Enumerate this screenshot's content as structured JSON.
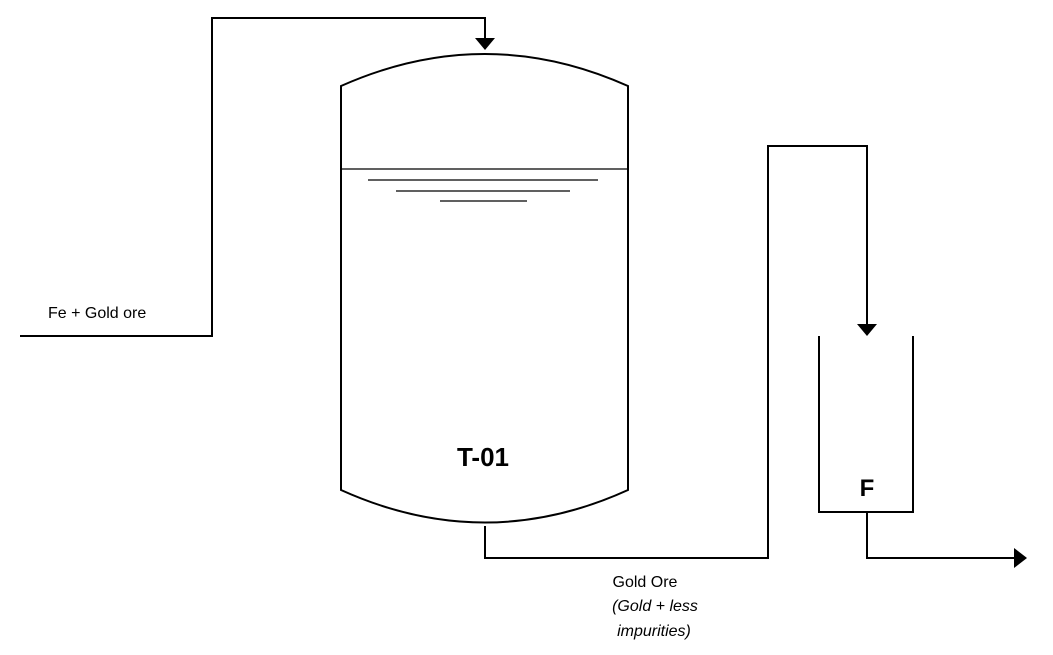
{
  "streams": {
    "feed_label": "Fe + Gold ore",
    "product_label": "Gold Ore",
    "product_note_line1": "(Gold + less",
    "product_note_line2": "impurities)"
  },
  "equipment": {
    "tank_label": "T-01",
    "filter_label": "F"
  },
  "colors": {
    "line": "#000000",
    "background": "#ffffff"
  }
}
